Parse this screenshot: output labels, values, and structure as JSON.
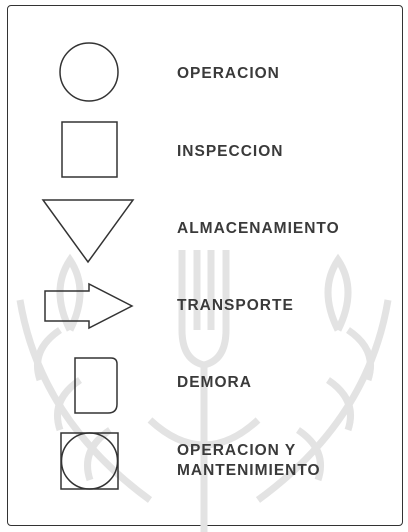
{
  "legend": {
    "items": [
      {
        "symbol": "circle-icon",
        "label": "OPERACION"
      },
      {
        "symbol": "square-icon",
        "label": "INSPECCION"
      },
      {
        "symbol": "triangle-down-icon",
        "label": "ALMACENAMIENTO"
      },
      {
        "symbol": "arrow-right-icon",
        "label": "TRANSPORTE"
      },
      {
        "symbol": "d-shape-icon",
        "label": "DEMORA"
      },
      {
        "symbol": "circle-in-square-icon",
        "label": "OPERACION Y\nMANTENIMIENTO"
      }
    ]
  },
  "colors": {
    "stroke": "#333333",
    "text": "#3a3a3a",
    "watermark": "#e3e3e3"
  }
}
